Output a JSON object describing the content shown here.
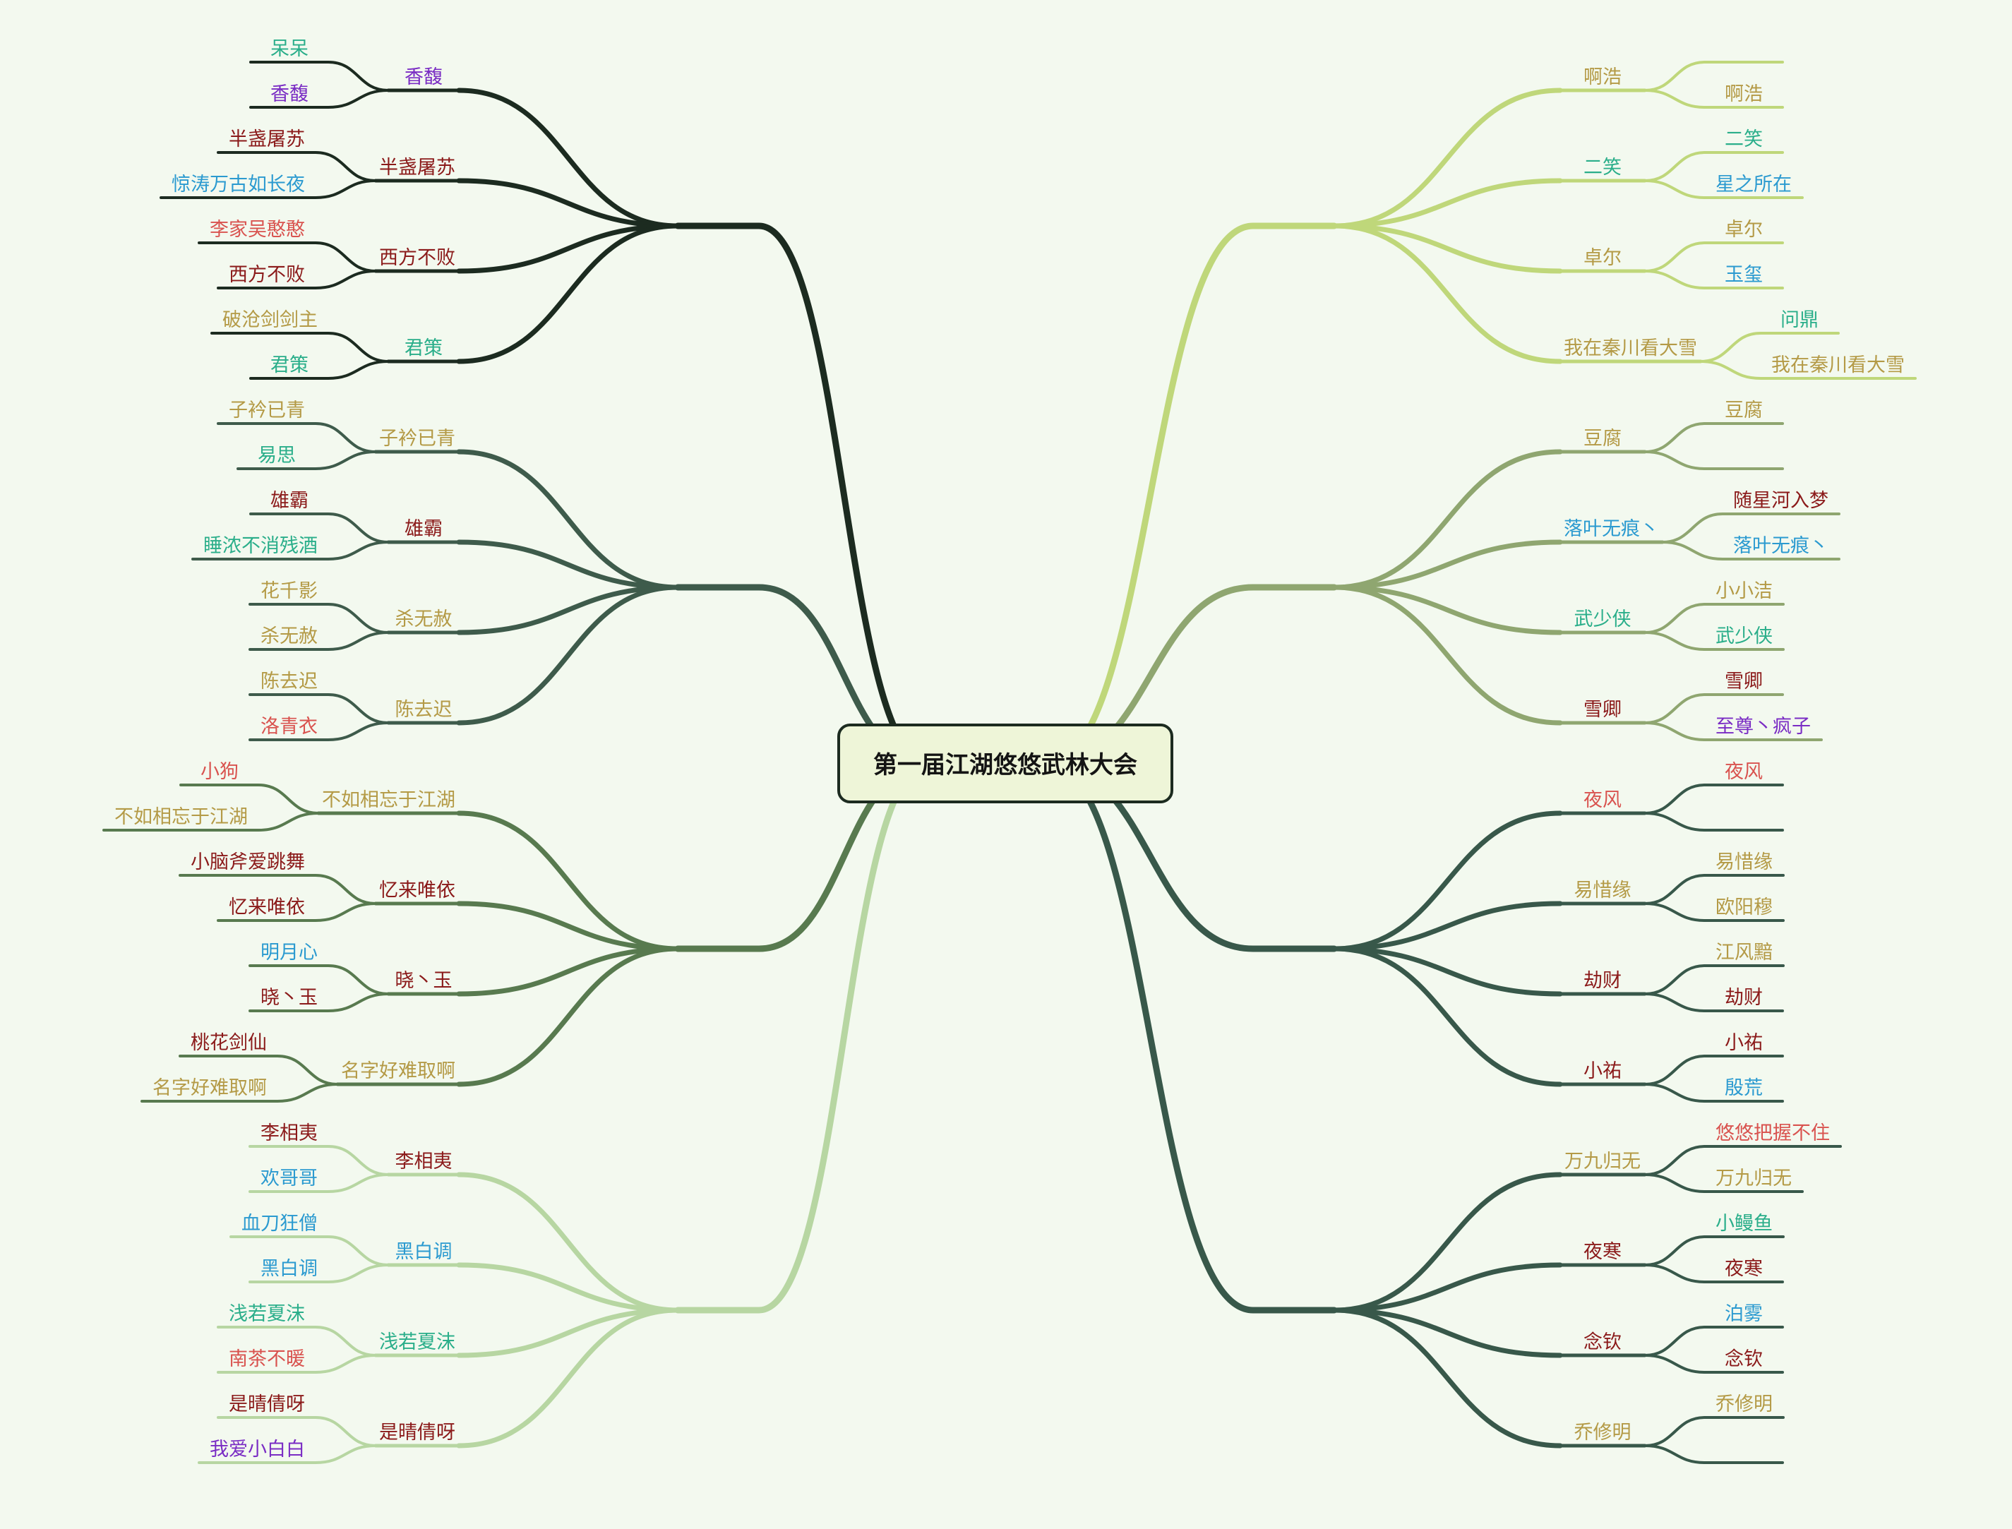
{
  "root": "第一届江湖悠悠武林大会",
  "colors": {
    "background": "#f3f9ef",
    "branch_1": "#1c2b20",
    "branch_2": "#3e5b4b",
    "branch_3": "#587a4f",
    "branch_4": "#b7d6a2",
    "branch_5": "#bfd77a",
    "branch_6": "#8fa670",
    "branch_7": "#38584a",
    "branch_8": "#38584a"
  },
  "text_colors": {
    "teal": "#2aae8a",
    "purple": "#7a2cc4",
    "darkred": "#8b1a1a",
    "blue": "#2b9ad0",
    "red": "#d9534f",
    "gold": "#b49a46"
  },
  "branches": [
    {
      "side": "left",
      "color": "branch_1",
      "children": [
        {
          "label": "香馥",
          "color": "purple",
          "leaves": [
            {
              "label": "呆呆",
              "color": "teal"
            },
            {
              "label": "香馥",
              "color": "purple"
            }
          ]
        },
        {
          "label": "半盏屠苏",
          "color": "darkred",
          "leaves": [
            {
              "label": "半盏屠苏",
              "color": "darkred"
            },
            {
              "label": "惊涛万古如长夜",
              "color": "blue"
            }
          ]
        },
        {
          "label": "西方不败",
          "color": "darkred",
          "leaves": [
            {
              "label": "李家吴憨憨",
              "color": "red"
            },
            {
              "label": "西方不败",
              "color": "darkred"
            }
          ]
        },
        {
          "label": "君策",
          "color": "teal",
          "leaves": [
            {
              "label": "破沧剑剑主",
              "color": "gold"
            },
            {
              "label": "君策",
              "color": "teal"
            }
          ]
        }
      ]
    },
    {
      "side": "left",
      "color": "branch_2",
      "children": [
        {
          "label": "子衿已青",
          "color": "gold",
          "leaves": [
            {
              "label": "子衿已青",
              "color": "gold"
            },
            {
              "label": "易思",
              "color": "teal"
            }
          ]
        },
        {
          "label": "雄霸",
          "color": "darkred",
          "leaves": [
            {
              "label": "雄霸",
              "color": "darkred"
            },
            {
              "label": "睡浓不消残酒",
              "color": "teal"
            }
          ]
        },
        {
          "label": "杀无赦",
          "color": "gold",
          "leaves": [
            {
              "label": "花千影",
              "color": "gold"
            },
            {
              "label": "杀无赦",
              "color": "gold"
            }
          ]
        },
        {
          "label": "陈去迟",
          "color": "gold",
          "leaves": [
            {
              "label": "陈去迟",
              "color": "gold"
            },
            {
              "label": "洛青衣",
              "color": "red"
            }
          ]
        }
      ]
    },
    {
      "side": "left",
      "color": "branch_3",
      "children": [
        {
          "label": "不如相忘于江湖",
          "color": "gold",
          "leaves": [
            {
              "label": "小狗",
              "color": "red"
            },
            {
              "label": "不如相忘于江湖",
              "color": "gold"
            }
          ]
        },
        {
          "label": "忆来唯依",
          "color": "darkred",
          "leaves": [
            {
              "label": "小脑斧爱跳舞",
              "color": "darkred"
            },
            {
              "label": "忆来唯依",
              "color": "darkred"
            }
          ]
        },
        {
          "label": "晓丶玉",
          "color": "darkred",
          "leaves": [
            {
              "label": "明月心",
              "color": "blue"
            },
            {
              "label": "晓丶玉",
              "color": "darkred"
            }
          ]
        },
        {
          "label": "名字好难取啊",
          "color": "gold",
          "leaves": [
            {
              "label": "桃花剑仙",
              "color": "darkred"
            },
            {
              "label": "名字好难取啊",
              "color": "gold"
            }
          ]
        }
      ]
    },
    {
      "side": "left",
      "color": "branch_4",
      "children": [
        {
          "label": "李相夷",
          "color": "darkred",
          "leaves": [
            {
              "label": "李相夷",
              "color": "darkred"
            },
            {
              "label": "欢哥哥",
              "color": "blue"
            }
          ]
        },
        {
          "label": "黑白调",
          "color": "blue",
          "leaves": [
            {
              "label": "血刀狂僧",
              "color": "blue"
            },
            {
              "label": "黑白调",
              "color": "blue"
            }
          ]
        },
        {
          "label": "浅若夏沫",
          "color": "teal",
          "leaves": [
            {
              "label": "浅若夏沫",
              "color": "teal"
            },
            {
              "label": "南茶不暖",
              "color": "red"
            }
          ]
        },
        {
          "label": "是晴倩呀",
          "color": "darkred",
          "leaves": [
            {
              "label": "是晴倩呀",
              "color": "darkred"
            },
            {
              "label": "我爱小白白",
              "color": "purple"
            }
          ]
        }
      ]
    },
    {
      "side": "right",
      "color": "branch_5",
      "children": [
        {
          "label": "啊浩",
          "color": "gold",
          "leaves": [
            {
              "label": "",
              "color": "gold"
            },
            {
              "label": "啊浩",
              "color": "gold"
            }
          ]
        },
        {
          "label": "二笑",
          "color": "teal",
          "leaves": [
            {
              "label": "二笑",
              "color": "teal"
            },
            {
              "label": "星之所在",
              "color": "blue"
            }
          ]
        },
        {
          "label": "卓尔",
          "color": "gold",
          "leaves": [
            {
              "label": "卓尔",
              "color": "gold"
            },
            {
              "label": "玉玺",
              "color": "blue"
            }
          ]
        },
        {
          "label": "我在秦川看大雪",
          "color": "gold",
          "leaves": [
            {
              "label": "问鼎",
              "color": "teal"
            },
            {
              "label": "我在秦川看大雪",
              "color": "gold"
            }
          ]
        }
      ]
    },
    {
      "side": "right",
      "color": "branch_6",
      "children": [
        {
          "label": "豆腐",
          "color": "gold",
          "leaves": [
            {
              "label": "豆腐",
              "color": "gold"
            },
            {
              "label": "",
              "color": "gold"
            }
          ]
        },
        {
          "label": "落叶无痕丶",
          "color": "blue",
          "leaves": [
            {
              "label": "随星河入梦",
              "color": "darkred"
            },
            {
              "label": "落叶无痕丶",
              "color": "blue"
            }
          ]
        },
        {
          "label": "武少侠",
          "color": "teal",
          "leaves": [
            {
              "label": "小小洁",
              "color": "gold"
            },
            {
              "label": "武少侠",
              "color": "teal"
            }
          ]
        },
        {
          "label": "雪卿",
          "color": "darkred",
          "leaves": [
            {
              "label": "雪卿",
              "color": "darkred"
            },
            {
              "label": "至尊丶疯子",
              "color": "purple"
            }
          ]
        }
      ]
    },
    {
      "side": "right",
      "color": "branch_7",
      "children": [
        {
          "label": "夜风",
          "color": "red",
          "leaves": [
            {
              "label": "夜风",
              "color": "red"
            },
            {
              "label": "",
              "color": "red"
            }
          ]
        },
        {
          "label": "易惜缘",
          "color": "gold",
          "leaves": [
            {
              "label": "易惜缘",
              "color": "gold"
            },
            {
              "label": "欧阳穆",
              "color": "gold"
            }
          ]
        },
        {
          "label": "劫财",
          "color": "darkred",
          "leaves": [
            {
              "label": "江风黯",
              "color": "gold"
            },
            {
              "label": "劫财",
              "color": "darkred"
            }
          ]
        },
        {
          "label": "小祐",
          "color": "darkred",
          "leaves": [
            {
              "label": "小祐",
              "color": "darkred"
            },
            {
              "label": "殷荒",
              "color": "blue"
            }
          ]
        }
      ]
    },
    {
      "side": "right",
      "color": "branch_8",
      "children": [
        {
          "label": "万九归无",
          "color": "gold",
          "leaves": [
            {
              "label": "悠悠把握不住",
              "color": "red"
            },
            {
              "label": "万九归无",
              "color": "gold"
            }
          ]
        },
        {
          "label": "夜寒",
          "color": "darkred",
          "leaves": [
            {
              "label": "小鳗鱼",
              "color": "teal"
            },
            {
              "label": "夜寒",
              "color": "darkred"
            }
          ]
        },
        {
          "label": "念钦",
          "color": "darkred",
          "leaves": [
            {
              "label": "泊雾",
              "color": "blue"
            },
            {
              "label": "念钦",
              "color": "darkred"
            }
          ]
        },
        {
          "label": "乔修明",
          "color": "gold",
          "leaves": [
            {
              "label": "乔修明",
              "color": "gold"
            },
            {
              "label": "",
              "color": "gold"
            }
          ]
        }
      ]
    }
  ]
}
